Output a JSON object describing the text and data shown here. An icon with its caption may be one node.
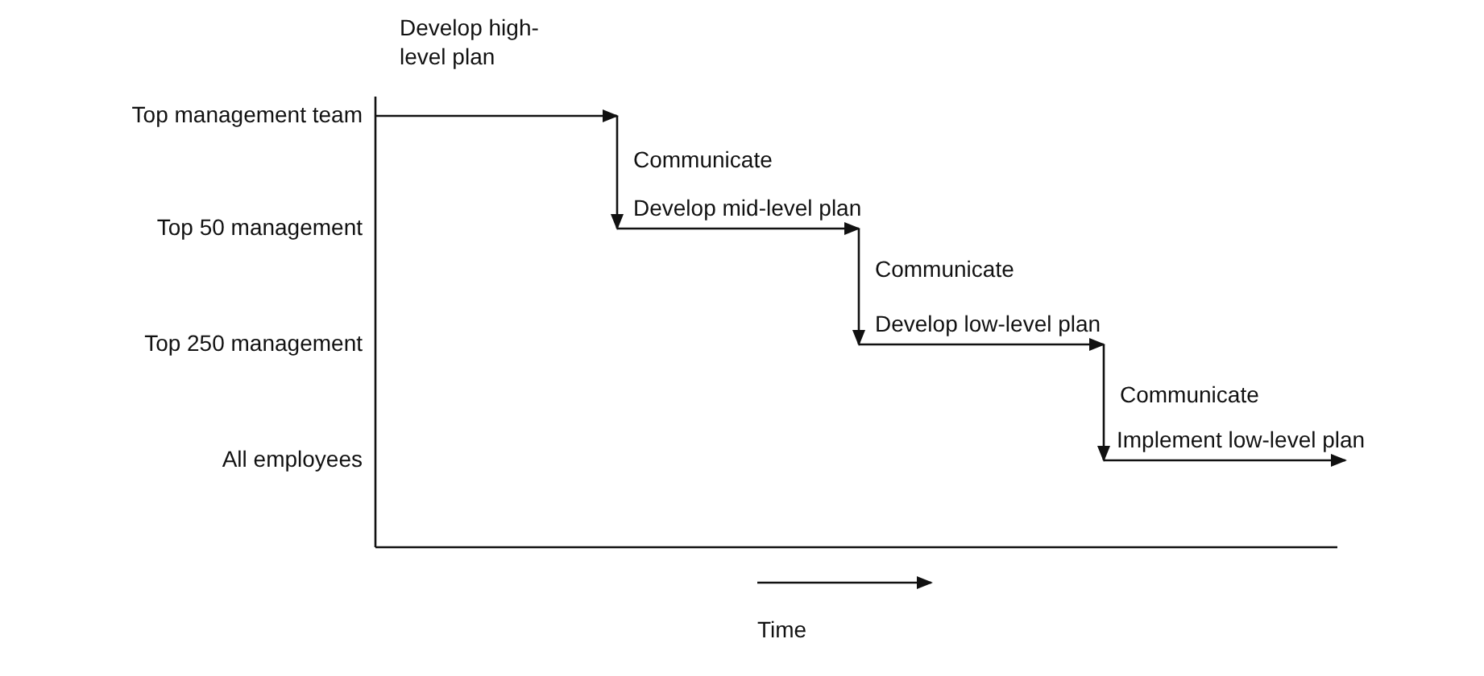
{
  "diagram": {
    "labels": [
      "Develop high-level plan",
      "Top management team",
      "Communicate",
      "Develop mid-level plan",
      "Top 50 management",
      "Communicate",
      "Develop low-level plan",
      "Top 250 management",
      "Communicate",
      "All employees",
      "Implement low-level plan",
      "Time"
    ]
  }
}
